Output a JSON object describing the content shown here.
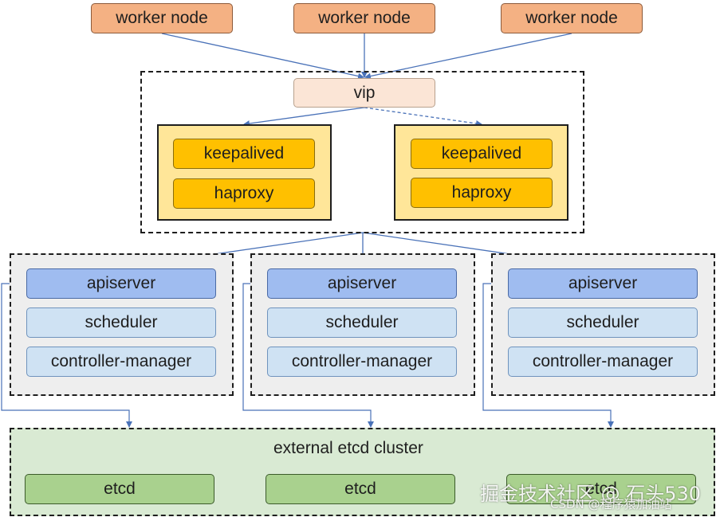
{
  "workers": [
    "worker node",
    "worker node",
    "worker node"
  ],
  "vip": "vip",
  "lb_nodes": [
    {
      "keepalived": "keepalived",
      "haproxy": "haproxy"
    },
    {
      "keepalived": "keepalived",
      "haproxy": "haproxy"
    }
  ],
  "masters": [
    {
      "apiserver": "apiserver",
      "scheduler": "scheduler",
      "controller_manager": "controller-manager"
    },
    {
      "apiserver": "apiserver",
      "scheduler": "scheduler",
      "controller_manager": "controller-manager"
    },
    {
      "apiserver": "apiserver",
      "scheduler": "scheduler",
      "controller_manager": "controller-manager"
    }
  ],
  "etcd_cluster": {
    "title": "external etcd cluster",
    "nodes": [
      "etcd",
      "etcd",
      "etcd"
    ]
  },
  "watermark": {
    "line1": "掘金技术社区 @ 石头530",
    "line2": "CSDN @程序猿加油站"
  },
  "colors": {
    "worker": "#f4b183",
    "vip": "#fbe5d6",
    "lb_group": "#ffe699",
    "lb_item": "#ffc000",
    "apiserver": "#9fbcf0",
    "component": "#cfe2f3",
    "etcd_cluster": "#d9ead3",
    "etcd": "#a9d18e",
    "arrow": "#4a72b8"
  }
}
